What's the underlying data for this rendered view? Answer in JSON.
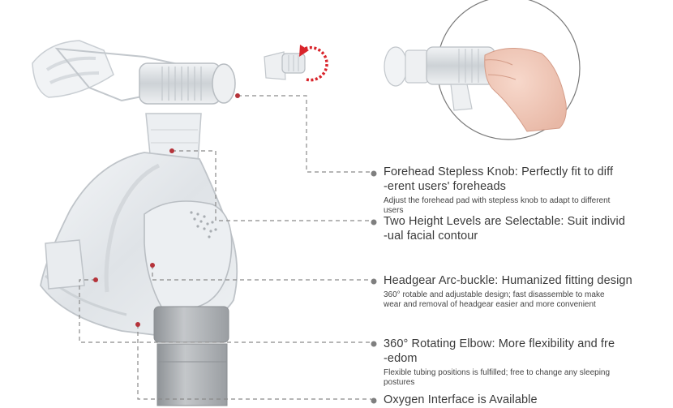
{
  "features": [
    {
      "title_line1": "Forehead Stepless Knob: Perfectly fit to diff",
      "title_line2": "-erent users' foreheads",
      "desc_line1": "Adjust the forehead pad with stepless knob to adapt to different",
      "desc_line2": "users"
    },
    {
      "title_line1": "Two Height Levels are Selectable: Suit individ",
      "title_line2": "-ual facial contour"
    },
    {
      "title_line1": "Headgear Arc-buckle: Humanized fitting design",
      "desc_line1": "360° rotable and adjustable design; fast disassemble to make",
      "desc_line2": "wear and removal of headgear easier and more convenient"
    },
    {
      "title_line1": "360° Rotating Elbow: More flexibility and fre",
      "title_line2": "-edom",
      "desc_line1": "Flexible tubing positions is fulfilled; free to change any sleeping",
      "desc_line2": "postures"
    },
    {
      "title_line1": "Oxygen Interface is Available"
    }
  ],
  "colors": {
    "leader_line": "#8a8a8a",
    "marker_dot": "#b5333a",
    "rotate_arrow": "#d9242b",
    "bullet": "#7f7f7f",
    "mask_shell": "#e6e9ec",
    "elbow_gray": "#a9adb1"
  },
  "icons": [
    "rotation-arrow-icon",
    "knob-detail-image",
    "hand-holding-knob-image",
    "nasal-mask-image"
  ]
}
